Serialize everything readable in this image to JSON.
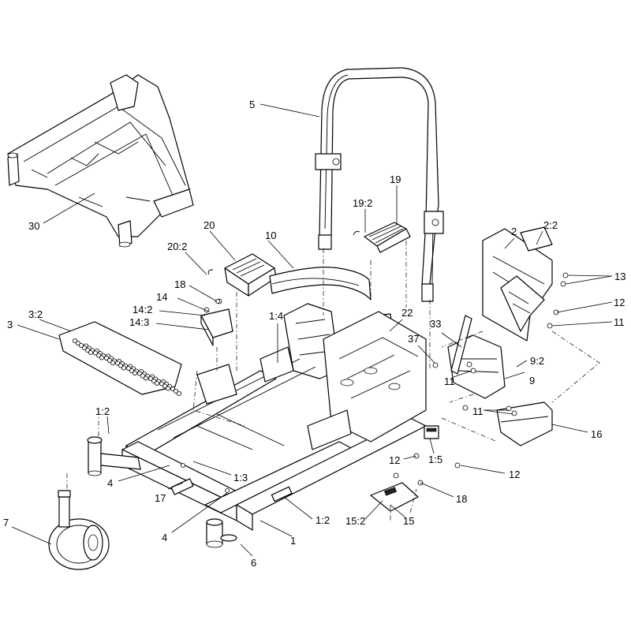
{
  "callouts": [
    {
      "id": "c5",
      "text": "5"
    },
    {
      "id": "c30",
      "text": "30"
    },
    {
      "id": "c19",
      "text": "19"
    },
    {
      "id": "c19_2",
      "text": "19:2"
    },
    {
      "id": "c20",
      "text": "20"
    },
    {
      "id": "c20_2",
      "text": "20:2"
    },
    {
      "id": "c10",
      "text": "10"
    },
    {
      "id": "c2",
      "text": "2"
    },
    {
      "id": "c2_2",
      "text": "2:2"
    },
    {
      "id": "c13",
      "text": "13"
    },
    {
      "id": "c18a",
      "text": "18"
    },
    {
      "id": "c14",
      "text": "14"
    },
    {
      "id": "c14_2",
      "text": "14:2"
    },
    {
      "id": "c14_3",
      "text": "14:3"
    },
    {
      "id": "c3_2",
      "text": "3:2"
    },
    {
      "id": "c3",
      "text": "3"
    },
    {
      "id": "c1_4",
      "text": "1:4"
    },
    {
      "id": "c22",
      "text": "22"
    },
    {
      "id": "c12a",
      "text": "12"
    },
    {
      "id": "c11a",
      "text": "11"
    },
    {
      "id": "c33",
      "text": "33"
    },
    {
      "id": "c37",
      "text": "37"
    },
    {
      "id": "c9_2",
      "text": "9:2"
    },
    {
      "id": "c11b",
      "text": "11"
    },
    {
      "id": "c9",
      "text": "9"
    },
    {
      "id": "c11c",
      "text": "11"
    },
    {
      "id": "c1_2a",
      "text": "1:2"
    },
    {
      "id": "c16",
      "text": "16"
    },
    {
      "id": "c12b",
      "text": "12"
    },
    {
      "id": "c1_5",
      "text": "1:5"
    },
    {
      "id": "c12c",
      "text": "12"
    },
    {
      "id": "c1_3",
      "text": "1:3"
    },
    {
      "id": "c4a",
      "text": "4"
    },
    {
      "id": "c18b",
      "text": "18"
    },
    {
      "id": "c17",
      "text": "17"
    },
    {
      "id": "c1_2b",
      "text": "1:2"
    },
    {
      "id": "c15",
      "text": "15"
    },
    {
      "id": "c15_2",
      "text": "15:2"
    },
    {
      "id": "c4b",
      "text": "4"
    },
    {
      "id": "c7",
      "text": "7"
    },
    {
      "id": "c1",
      "text": "1"
    },
    {
      "id": "c6",
      "text": "6"
    }
  ]
}
